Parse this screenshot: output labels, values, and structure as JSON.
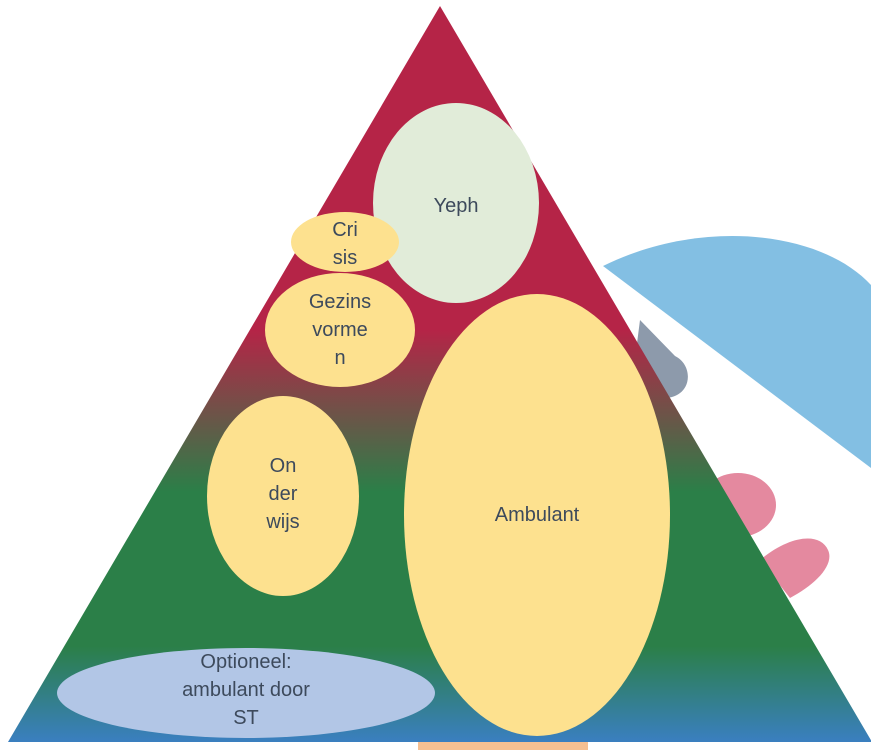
{
  "diagram": {
    "labels": {
      "yeph": "Yeph",
      "crisis": "Cri\nsis",
      "gezinsvormen": "Gezins\nvorme\nn",
      "onderwijs": "On\nder\nwijs",
      "ambulant": "Ambulant",
      "optioneel": "Optioneel:\nambulant door\nST"
    },
    "colors": {
      "triangle_top": "#b52447",
      "triangle_middle": "#2b7f48",
      "triangle_bottom": "#3a7fc0",
      "yeph_fill": "#e1ecd9",
      "oval_fill": "#fde18f",
      "optioneel_fill": "#b2c6e6",
      "label_text": "#3d4a5c",
      "bg_arc": "#83bfe3",
      "bg_card": "#8d9aab",
      "bg_pink": "#e4899f",
      "bg_orange": "#f6c092"
    }
  }
}
